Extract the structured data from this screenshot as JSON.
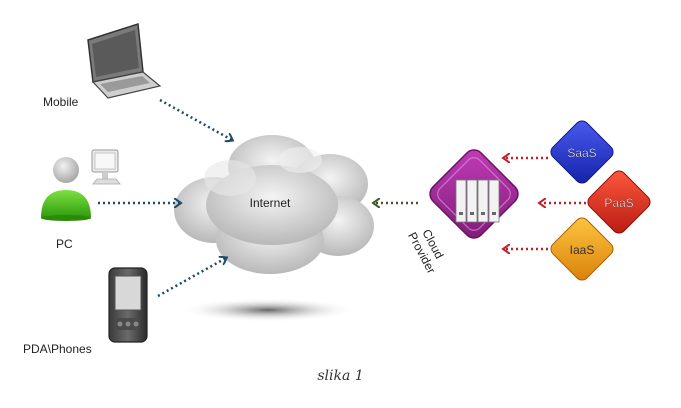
{
  "nodes": {
    "mobile": "Mobile",
    "pc": "PC",
    "pda": "PDA\\Phones",
    "internet": "Internet",
    "cloud_provider_line1": "Cloud",
    "cloud_provider_line2": "Provider",
    "saas": "SaaS",
    "paas": "PaaS",
    "iaas": "IaaS"
  },
  "caption": "slika 1",
  "colors": {
    "arrow_dark": "#1e4a6a",
    "arrow_red": "#c0202a",
    "arrow_olive": "#3e5a28",
    "provider": "#a32a9a",
    "saas": "#1f2fd0",
    "paas": "#e02a1a",
    "iaas": "#f0a010",
    "pc_person": "#4cc21a"
  }
}
